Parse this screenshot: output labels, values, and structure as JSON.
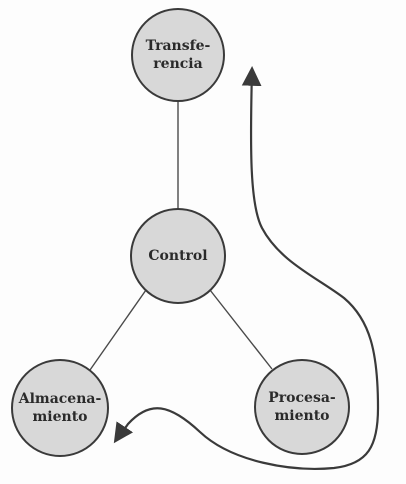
{
  "diagram": {
    "nodes": [
      {
        "id": "transferencia",
        "lines": [
          "Transfe-",
          "rencia"
        ]
      },
      {
        "id": "control",
        "lines": [
          "Control"
        ]
      },
      {
        "id": "almacenamiento",
        "lines": [
          "Almacena-",
          "miento"
        ]
      },
      {
        "id": "procesamiento",
        "lines": [
          "Procesa-",
          "miento"
        ]
      }
    ],
    "edges": [
      {
        "from": "transferencia",
        "to": "control"
      },
      {
        "from": "control",
        "to": "almacenamiento"
      },
      {
        "from": "control",
        "to": "procesamiento"
      }
    ],
    "flow_arrow": {
      "from": "almacenamiento",
      "to": "transferencia"
    },
    "colors": {
      "node_fill": "#d8d8d8",
      "node_stroke": "#3a3a3a",
      "edge": "#4a4a4a",
      "arrow": "#3a3a3a",
      "text": "#2a2a2a"
    }
  }
}
